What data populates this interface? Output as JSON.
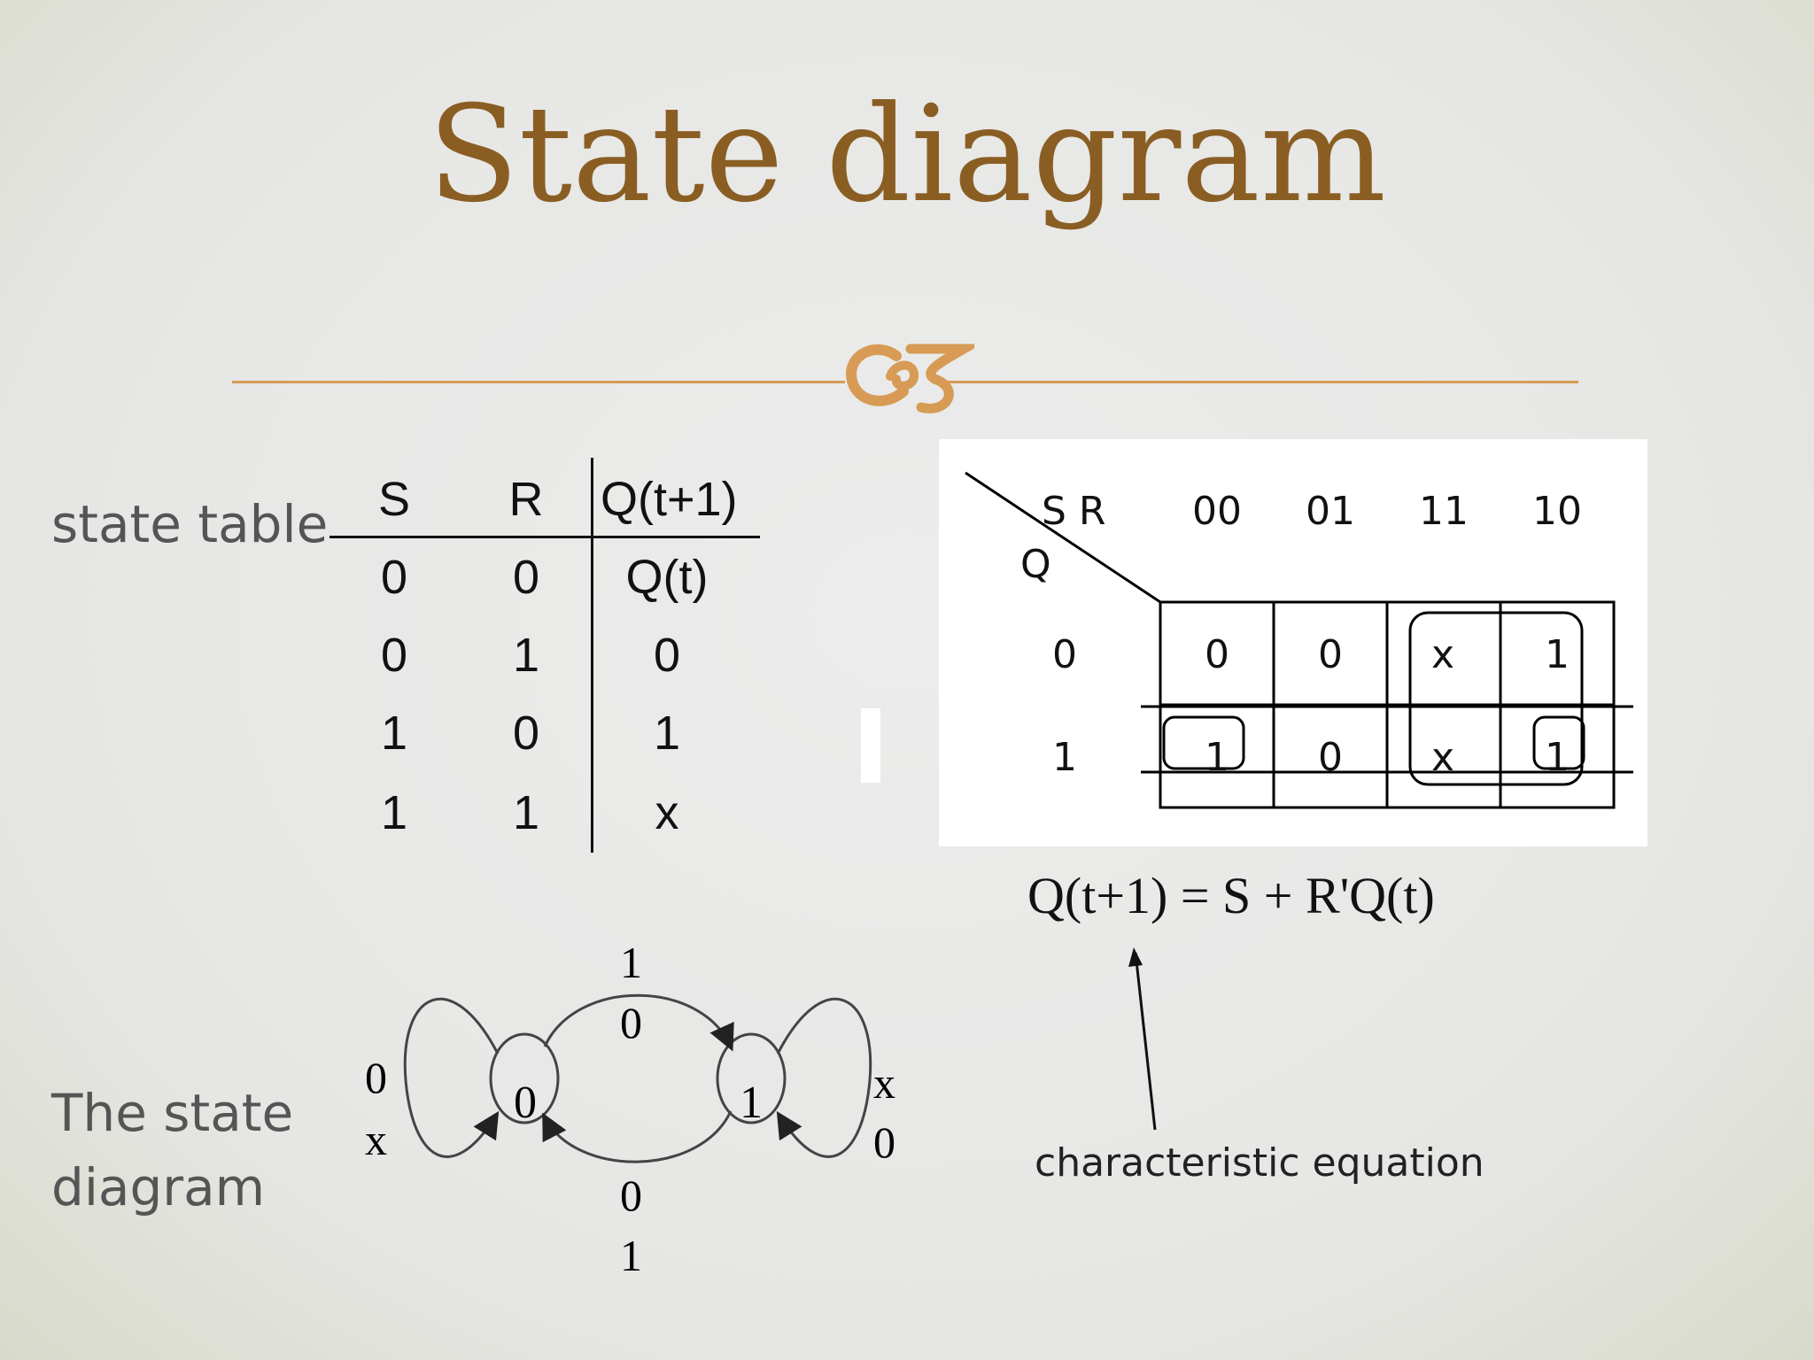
{
  "slide": {
    "title": "State diagram",
    "accent_color": "#8a5e23",
    "divider_color": "#d79b55",
    "flourish_icon": "decorative-flourish"
  },
  "state_table": {
    "label": "state table",
    "headers": [
      "S",
      "R",
      "Q(t+1)"
    ],
    "rows": [
      [
        "0",
        "0",
        "Q(t)"
      ],
      [
        "0",
        "1",
        "0"
      ],
      [
        "1",
        "0",
        "1"
      ],
      [
        "1",
        "1",
        "x"
      ]
    ]
  },
  "kmap": {
    "corner_top": "S R",
    "corner_left": "Q",
    "col_headers": [
      "00",
      "01",
      "11",
      "10"
    ],
    "row_headers": [
      "0",
      "1"
    ],
    "cells": [
      [
        "0",
        "0",
        "x",
        "1"
      ],
      [
        "1",
        "0",
        "x",
        "1"
      ]
    ]
  },
  "equation": {
    "text": "Q(t+1) = S + R'Q(t)",
    "caption": "characteristic  equation"
  },
  "state_diagram": {
    "label_line1": "The state",
    "label_line2": "diagram",
    "states": [
      "0",
      "1"
    ],
    "transitions": {
      "top_in": "1",
      "top_out": "0",
      "bottom_in": "0",
      "bottom_out": "1",
      "left_loop_in": "0",
      "left_loop_out": "x",
      "right_loop_in": "x",
      "right_loop_out": "0"
    }
  }
}
